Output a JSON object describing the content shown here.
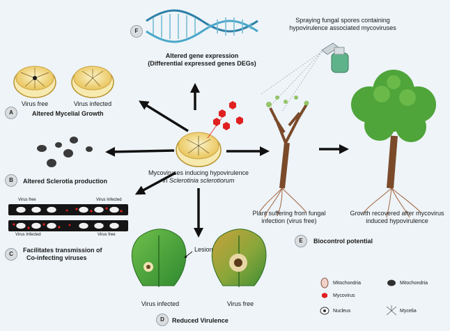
{
  "panels": {
    "A": {
      "badge": "A",
      "title": "Altered Mycelial Growth",
      "label_free": "Virus free",
      "label_infected": "Virus infected"
    },
    "B": {
      "badge": "B",
      "title": "Altered Sclerotia production"
    },
    "C": {
      "badge": "C",
      "title_line1": "Facilitates transmission of",
      "title_line2": "Co-infecting viruses",
      "top_left": "Virus free",
      "top_right": "Virus Infected",
      "bottom_left": "Virus Infected",
      "bottom_right": "Virus free"
    },
    "D": {
      "badge": "D",
      "title": "Reduced Virulence",
      "label_infected": "Virus infected",
      "label_free": "Virus free",
      "lesion": "Lesion"
    },
    "E": {
      "badge": "E",
      "title": "Biocontrol potential"
    },
    "F": {
      "badge": "F",
      "title_line1": "Altered gene expression",
      "title_line2": "(Differential expressed genes DEGs)"
    }
  },
  "center": {
    "line1": "Mycoviruses inducing hypovirulence",
    "line2_prefix": "in ",
    "line2_species": "Sclerotinia sclerotiorum"
  },
  "spray": {
    "line1": "Spraying fungal spores containing",
    "line2": "hypovirulence associated mycoviruses"
  },
  "plant_sick": {
    "line1": "Plant suffering from fungal",
    "line2": "infection (virus free)"
  },
  "plant_recovered": {
    "line1": "Growth recovered after mycovirus",
    "line2": "induced hypovirulence"
  },
  "legend": {
    "mitochondria_1": "Mitochondria",
    "mitochondria_2": "Mitochondria",
    "mycovirus": "Mycovirus",
    "nucleus": "Nucleus",
    "mycelia": "Mycelia"
  },
  "colors": {
    "background": "#eef4f8",
    "leaf_green": "#4fa43a",
    "dna_blue": "#2e7fa6",
    "mycovirus_red": "#e02020",
    "arrow": "#111111"
  }
}
